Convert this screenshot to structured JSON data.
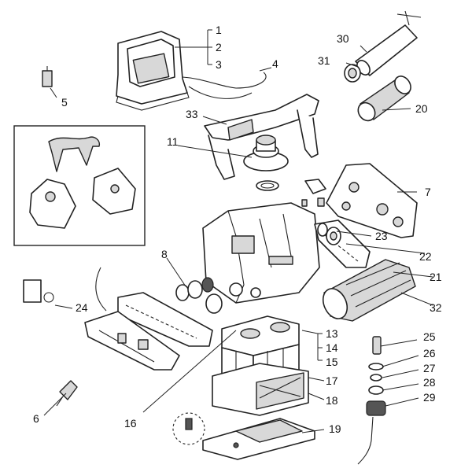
{
  "callouts": {
    "c1": "1",
    "c2": "2",
    "c3": "3",
    "c4": "4",
    "c5": "5",
    "c6": "6",
    "c7": "7",
    "c8": "8",
    "c11": "11",
    "c13": "13",
    "c14": "14",
    "c15": "15",
    "c16": "16",
    "c17": "17",
    "c18": "18",
    "c19": "19",
    "c20": "20",
    "c21": "21",
    "c22": "22",
    "c23": "23",
    "c24": "24",
    "c25": "25",
    "c26": "26",
    "c27": "27",
    "c28": "28",
    "c29": "29",
    "c30": "30",
    "c31": "31",
    "c32": "32",
    "c33": "33"
  }
}
